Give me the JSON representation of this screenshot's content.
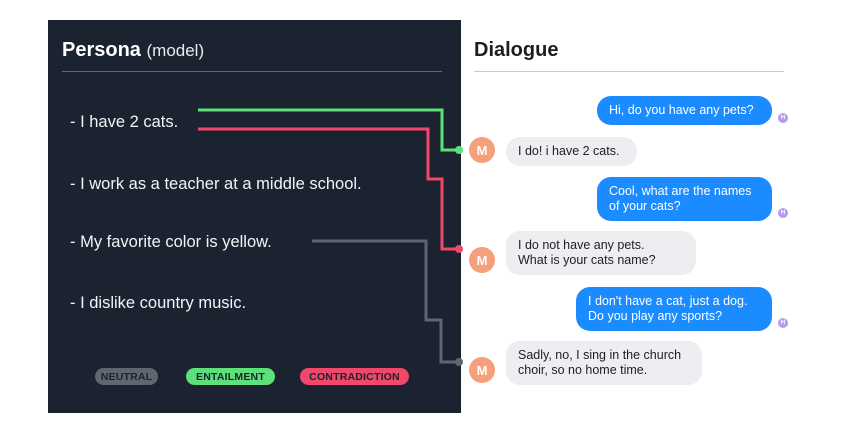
{
  "persona": {
    "title": "Persona",
    "subtitle": "(model)",
    "items": [
      "- I have 2 cats.",
      "- I work as a teacher at a middle school.",
      "- My favorite color is yellow.",
      "- I dislike country music."
    ]
  },
  "legend": {
    "neutral": "NEUTRAL",
    "entailment": "ENTAILMENT",
    "contradiction": "CONTRADICTION"
  },
  "dialogue": {
    "title": "Dialogue",
    "human_avatar": "H",
    "model_avatar": "M",
    "messages": [
      {
        "speaker": "human",
        "lines": [
          "Hi, do you have any pets?"
        ]
      },
      {
        "speaker": "model",
        "lines": [
          "I do! i have 2 cats."
        ]
      },
      {
        "speaker": "human",
        "lines": [
          "Cool, what are the names",
          "of your cats?"
        ]
      },
      {
        "speaker": "model",
        "lines": [
          "I do not have any pets.",
          "What is your cats name?"
        ]
      },
      {
        "speaker": "human",
        "lines": [
          "I don't have a cat, just a dog.",
          "Do you play any sports?"
        ]
      },
      {
        "speaker": "model",
        "lines": [
          "Sadly, no, I sing in the church",
          "choir, so no home time."
        ]
      }
    ]
  },
  "colors": {
    "panel": "#1b2330",
    "neutral": "#5e6672",
    "entailment": "#5ce07a",
    "contradiction": "#f0476a",
    "user_bubble": "#1a8cff",
    "bot_bubble": "#eceef1",
    "model_avatar": "#f5a07a",
    "human_avatar": "#b49af0"
  }
}
